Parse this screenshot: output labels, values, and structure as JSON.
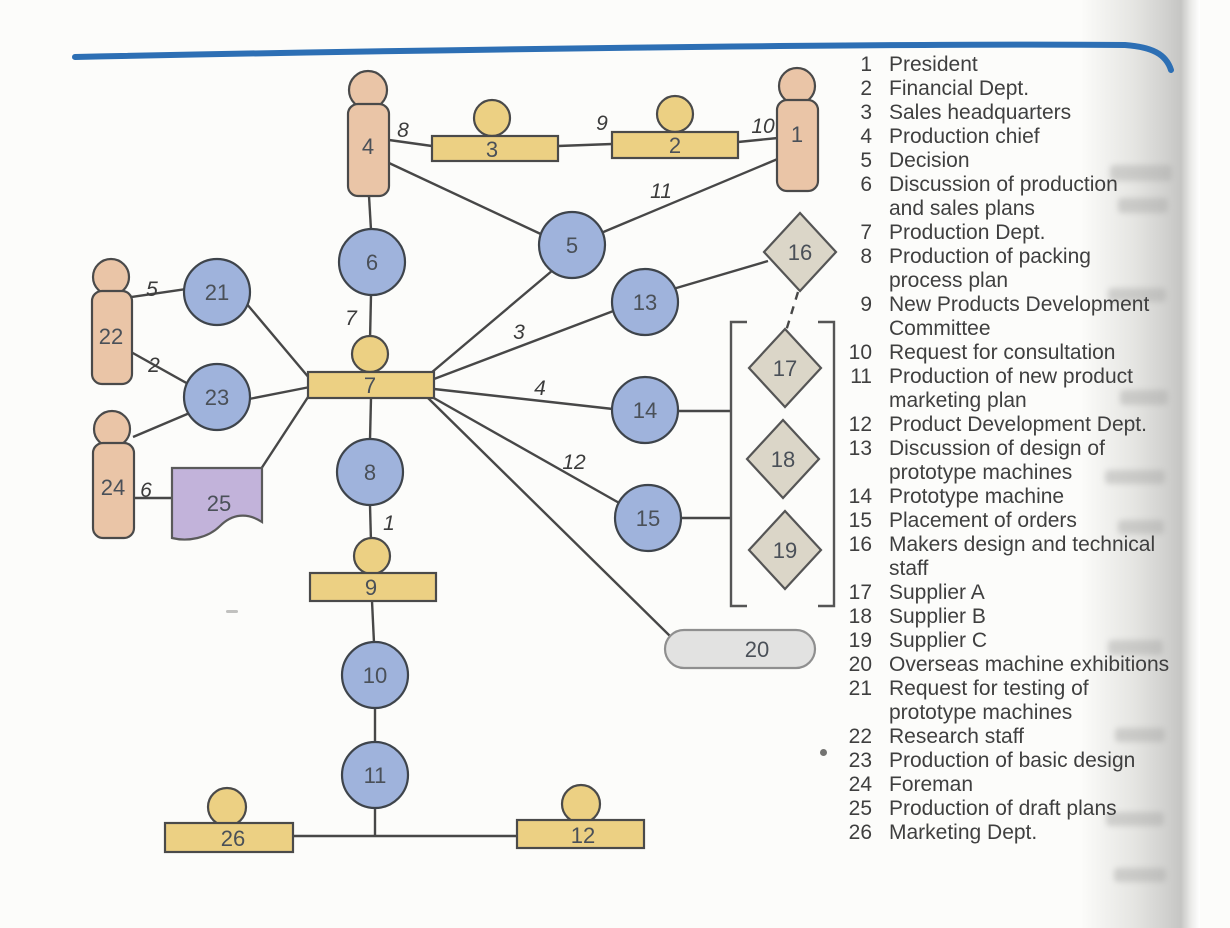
{
  "page": {
    "accent_line_color": "#2d6fb4",
    "background": "#fcfcfa"
  },
  "palette": {
    "person": "#eac5a7",
    "department_desk": "#ecd083",
    "activity_circle": "#9fb3dc",
    "external_diamond": "#dbd6c8",
    "document": "#c2b3da",
    "stadium": "#e2e2e1",
    "edge": "#474747"
  },
  "diagram": {
    "nodes": [
      {
        "id": 1,
        "label": "President",
        "shape": "person"
      },
      {
        "id": 2,
        "label": "Financial Dept.",
        "shape": "desk"
      },
      {
        "id": 3,
        "label": "Sales headquarters",
        "shape": "desk"
      },
      {
        "id": 4,
        "label": "Production chief",
        "shape": "person"
      },
      {
        "id": 5,
        "label": "Decision",
        "shape": "circle"
      },
      {
        "id": 6,
        "label": "Discussion of production and sales plans",
        "shape": "circle"
      },
      {
        "id": 7,
        "label": "Production Dept.",
        "shape": "desk"
      },
      {
        "id": 8,
        "label": "Production of packing process plan",
        "shape": "circle"
      },
      {
        "id": 9,
        "label": "New Products Development Committee",
        "shape": "desk"
      },
      {
        "id": 10,
        "label": "Request for consultation",
        "shape": "circle"
      },
      {
        "id": 11,
        "label": "Production of new product marketing plan",
        "shape": "circle"
      },
      {
        "id": 12,
        "label": "Product Development Dept.",
        "shape": "desk"
      },
      {
        "id": 13,
        "label": "Discussion of design of prototype machines",
        "shape": "circle"
      },
      {
        "id": 14,
        "label": "Prototype machine",
        "shape": "circle"
      },
      {
        "id": 15,
        "label": "Placement of orders",
        "shape": "circle"
      },
      {
        "id": 16,
        "label": "Makers design and technical staff",
        "shape": "diamond"
      },
      {
        "id": 17,
        "label": "Supplier A",
        "shape": "diamond"
      },
      {
        "id": 18,
        "label": "Supplier B",
        "shape": "diamond"
      },
      {
        "id": 19,
        "label": "Supplier C",
        "shape": "diamond"
      },
      {
        "id": 20,
        "label": "Overseas machine exhibitions",
        "shape": "stadium"
      },
      {
        "id": 21,
        "label": "Request for testing of prototype machines",
        "shape": "circle"
      },
      {
        "id": 22,
        "label": "Research staff",
        "shape": "person"
      },
      {
        "id": 23,
        "label": "Production of basic design",
        "shape": "circle"
      },
      {
        "id": 24,
        "label": "Foreman",
        "shape": "person"
      },
      {
        "id": 25,
        "label": "Production of draft plans",
        "shape": "document"
      },
      {
        "id": 26,
        "label": "Marketing Dept.",
        "shape": "desk"
      }
    ],
    "edges": [
      {
        "from": 4,
        "to": 3,
        "label": "8"
      },
      {
        "from": 3,
        "to": 2,
        "label": "9"
      },
      {
        "from": 2,
        "to": 1,
        "label": "10"
      },
      {
        "from": 1,
        "to": 5,
        "label": "11"
      },
      {
        "from": 4,
        "to": 5
      },
      {
        "from": 4,
        "to": 6
      },
      {
        "from": 6,
        "to": 7,
        "label": "7"
      },
      {
        "from": 5,
        "to": 7
      },
      {
        "from": 7,
        "to": 13,
        "label": "3"
      },
      {
        "from": 7,
        "to": 14,
        "label": "4"
      },
      {
        "from": 7,
        "to": 15,
        "label": "12"
      },
      {
        "from": 7,
        "to": 20
      },
      {
        "from": 13,
        "to": 16
      },
      {
        "from": 16,
        "to": 17,
        "style": "dashed"
      },
      {
        "from": 14,
        "to": "suppliers-bracket"
      },
      {
        "from": 15,
        "to": "suppliers-bracket"
      },
      {
        "from": 22,
        "to": 21,
        "label": "5"
      },
      {
        "from": 22,
        "to": 23,
        "label": "2"
      },
      {
        "from": 24,
        "to": 23
      },
      {
        "from": 24,
        "to": 25,
        "label": "6"
      },
      {
        "from": 21,
        "to": 7
      },
      {
        "from": 23,
        "to": 7
      },
      {
        "from": 25,
        "to": 7
      },
      {
        "from": 7,
        "to": 8
      },
      {
        "from": 8,
        "to": 9,
        "label": "1"
      },
      {
        "from": 9,
        "to": 10
      },
      {
        "from": 10,
        "to": 11
      },
      {
        "from": 11,
        "to": 26
      },
      {
        "from": 11,
        "to": 12
      }
    ]
  },
  "legend": {
    "items": [
      {
        "num": 1,
        "line1": "President"
      },
      {
        "num": 2,
        "line1": "Financial Dept."
      },
      {
        "num": 3,
        "line1": "Sales headquarters"
      },
      {
        "num": 4,
        "line1": "Production chief"
      },
      {
        "num": 5,
        "line1": "Decision"
      },
      {
        "num": 6,
        "line1": "Discussion of production",
        "line2": "and sales plans"
      },
      {
        "num": 7,
        "line1": "Production Dept."
      },
      {
        "num": 8,
        "line1": "Production of packing",
        "line2": "process plan"
      },
      {
        "num": 9,
        "line1": "New Products Development",
        "line2": "Committee"
      },
      {
        "num": 10,
        "line1": "Request for consultation"
      },
      {
        "num": 11,
        "line1": "Production of new product",
        "line2": "marketing plan"
      },
      {
        "num": 12,
        "line1": "Product Development Dept."
      },
      {
        "num": 13,
        "line1": "Discussion of design of",
        "line2": "prototype machines"
      },
      {
        "num": 14,
        "line1": "Prototype machine"
      },
      {
        "num": 15,
        "line1": "Placement of orders"
      },
      {
        "num": 16,
        "line1": "Makers design and technical",
        "line2": "staff"
      },
      {
        "num": 17,
        "line1": "Supplier A"
      },
      {
        "num": 18,
        "line1": "Supplier B"
      },
      {
        "num": 19,
        "line1": "Supplier C"
      },
      {
        "num": 20,
        "line1": "Overseas machine exhibitions"
      },
      {
        "num": 21,
        "line1": "Request for testing of",
        "line2": "prototype machines"
      },
      {
        "num": 22,
        "line1": "Research staff"
      },
      {
        "num": 23,
        "line1": "Production of basic design"
      },
      {
        "num": 24,
        "line1": "Foreman"
      },
      {
        "num": 25,
        "line1": "Production of draft plans"
      },
      {
        "num": 26,
        "line1": "Marketing Dept."
      }
    ]
  }
}
